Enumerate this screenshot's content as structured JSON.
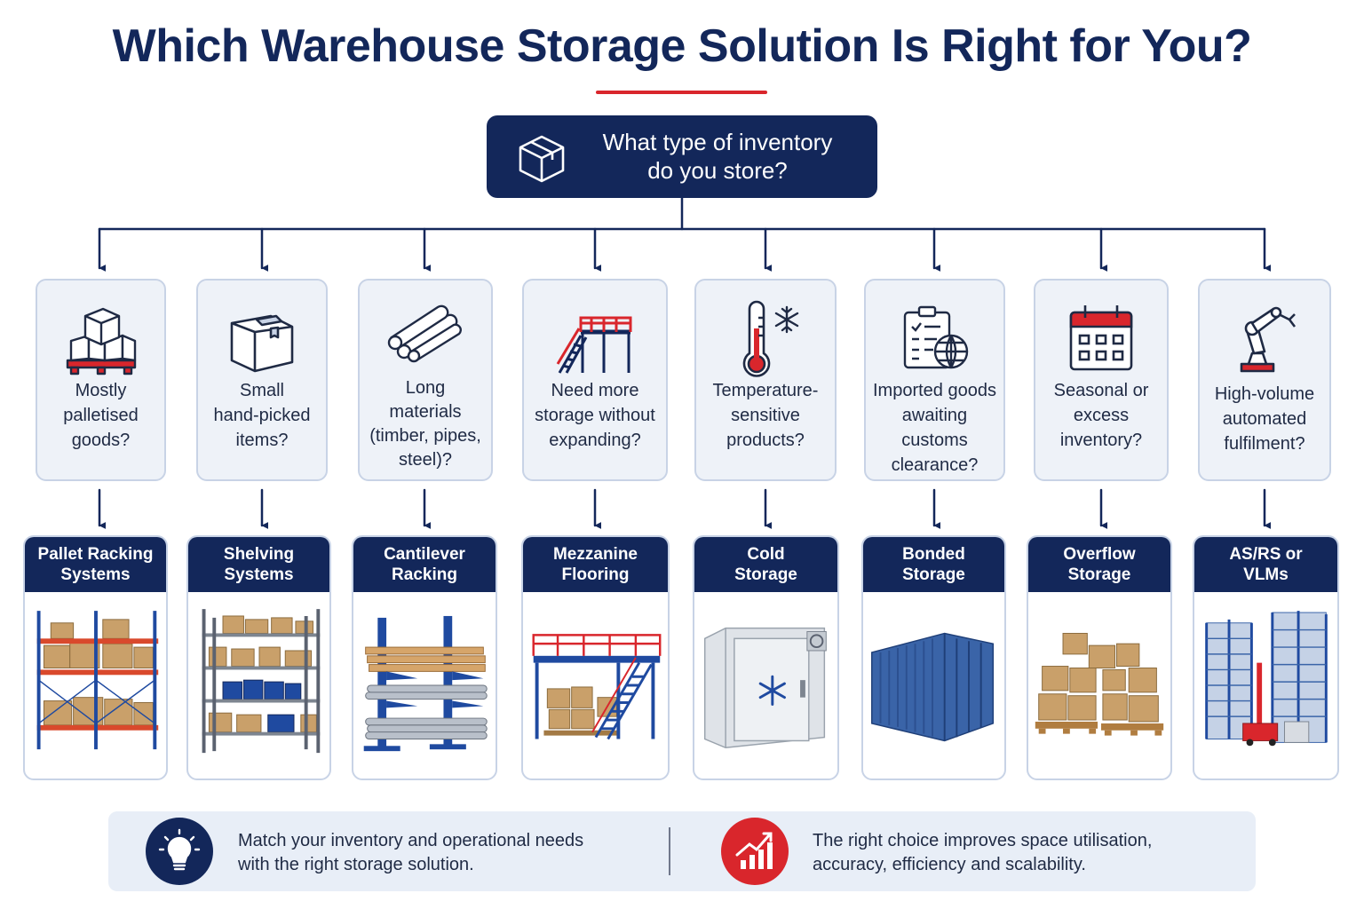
{
  "title": "Which Warehouse Storage Solution Is Right for You?",
  "root_question": {
    "icon": "box-icon",
    "line1": "What type of inventory",
    "line2": "do you store?"
  },
  "questions": [
    {
      "icon": "palletised-boxes-icon",
      "lines": [
        "Mostly",
        "palletised",
        "goods?"
      ]
    },
    {
      "icon": "open-box-icon",
      "lines": [
        "Small",
        "hand-picked",
        "items?"
      ]
    },
    {
      "icon": "pipes-icon",
      "lines": [
        "Long",
        "materials",
        "(timber, pipes,",
        "steel)?"
      ]
    },
    {
      "icon": "mezzanine-icon",
      "lines": [
        "Need more",
        "storage without",
        "expanding?"
      ]
    },
    {
      "icon": "thermometer-snowflake-icon",
      "lines": [
        "Temperature-",
        "sensitive",
        "products?"
      ]
    },
    {
      "icon": "customs-globe-icon",
      "lines": [
        "Imported goods",
        "awaiting customs",
        "clearance?"
      ]
    },
    {
      "icon": "calendar-icon",
      "lines": [
        "Seasonal or",
        "excess",
        "inventory?"
      ]
    },
    {
      "icon": "robot-arm-icon",
      "lines": [
        "High-volume",
        "automated",
        "fulfilment?"
      ]
    }
  ],
  "solutions": [
    {
      "lines": [
        "Pallet Racking",
        "Systems"
      ],
      "image": "pallet-racking-image"
    },
    {
      "lines": [
        "Shelving",
        "Systems"
      ],
      "image": "shelving-image"
    },
    {
      "lines": [
        "Cantilever",
        "Racking"
      ],
      "image": "cantilever-racking-image"
    },
    {
      "lines": [
        "Mezzanine",
        "Flooring"
      ],
      "image": "mezzanine-image"
    },
    {
      "lines": [
        "Cold",
        "Storage"
      ],
      "image": "cold-storage-image"
    },
    {
      "lines": [
        "Bonded",
        "Storage"
      ],
      "image": "shipping-container-image"
    },
    {
      "lines": [
        "Overflow",
        "Storage"
      ],
      "image": "stacked-pallets-image"
    },
    {
      "lines": [
        "AS/RS or",
        "VLMs"
      ],
      "image": "automated-storage-image"
    }
  ],
  "footer": {
    "left": {
      "icon": "lightbulb-icon",
      "line1": "Match your inventory and operational needs",
      "line2": "with the right storage solution."
    },
    "right": {
      "icon": "growth-chart-icon",
      "line1": "The right choice improves space utilisation,",
      "line2": "accuracy, efficiency and scalability."
    }
  },
  "colors": {
    "navy": "#13275a",
    "accent_red": "#d9262c",
    "card_bg": "#eef2f8",
    "card_border": "#c8d3e6"
  }
}
